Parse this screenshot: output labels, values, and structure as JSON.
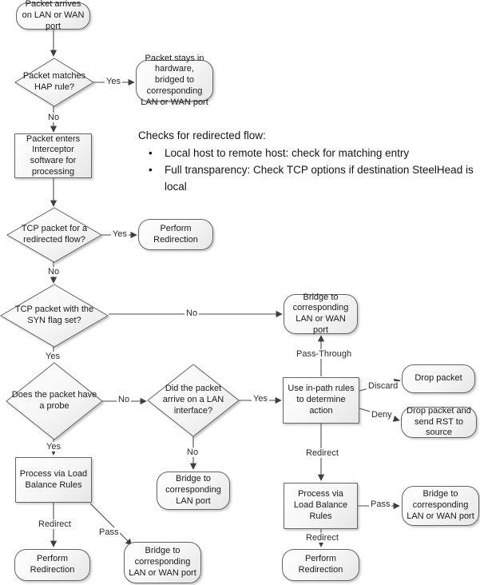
{
  "note": {
    "heading": "Checks for redirected flow:",
    "bullets": [
      "Local host to remote host: check for matching entry",
      "Full transparency:  Check TCP options if destination SteelHead is local"
    ]
  },
  "nodes": {
    "start": {
      "label": "Packet arrives on LAN or WAN port",
      "type": "terminator"
    },
    "hap": {
      "label": "Packet matches HAP rule?",
      "type": "decision"
    },
    "stay_hw": {
      "label": "Packet stays in hardware, bridged to corresponding LAN or WAN port",
      "type": "terminator"
    },
    "interceptor": {
      "label": "Packet enters Interceptor software for processing",
      "type": "process"
    },
    "redirected_flow": {
      "label": "TCP packet for a redirected flow?",
      "type": "decision"
    },
    "perform_redirection_1": {
      "label": "Perform Redirection",
      "type": "terminator"
    },
    "syn_flag": {
      "label": "TCP packet with the SYN flag set?",
      "type": "decision"
    },
    "bridge_top": {
      "label": "Bridge to corresponding LAN or WAN port",
      "type": "terminator"
    },
    "has_probe": {
      "label": "Does the packet have a probe",
      "type": "decision"
    },
    "lan_interface": {
      "label": "Did the packet arrive on a LAN interface?",
      "type": "decision"
    },
    "inpath_rules": {
      "label": "Use in-path rules to determine action",
      "type": "process"
    },
    "drop_packet": {
      "label": "Drop packet",
      "type": "terminator"
    },
    "drop_rst": {
      "label": "Drop packet and send RST to source",
      "type": "terminator"
    },
    "plb_left": {
      "label": "Process via Load Balance Rules",
      "type": "process"
    },
    "bridge_lan": {
      "label": "Bridge to corresponding LAN port",
      "type": "terminator"
    },
    "plb_right": {
      "label": "Process via Load Balance Rules",
      "type": "process"
    },
    "bridge_right": {
      "label": "Bridge to corresponding LAN or WAN port",
      "type": "terminator"
    },
    "perform_redirection_2": {
      "label": "Perform Redirection",
      "type": "terminator"
    },
    "bridge_bottom": {
      "label": "Bridge to corresponding LAN or WAN port",
      "type": "terminator"
    },
    "perform_redirection_3": {
      "label": "Perform Redirection",
      "type": "terminator"
    }
  },
  "edge_labels": {
    "hap_yes": "Yes",
    "hap_no": "No",
    "rf_yes": "Yes",
    "rf_no": "No",
    "syn_no": "No",
    "syn_yes": "Yes",
    "probe_no": "No",
    "probe_yes": "Yes",
    "lan_yes": "Yes",
    "lan_no": "No",
    "pass_through": "Pass-Through",
    "discard": "Discard",
    "deny": "Deny",
    "redirect_inpath": "Redirect",
    "redirect_left": "Redirect",
    "pass_left": "Pass",
    "pass_right": "Pass",
    "redirect_right": "Redirect"
  },
  "colors": {
    "shape_border": "#636363",
    "shape_fill_top": "#ffffff",
    "shape_fill_bottom": "#e6e6e6",
    "line": "#4a4a4a",
    "text": "#1a1a1a"
  }
}
